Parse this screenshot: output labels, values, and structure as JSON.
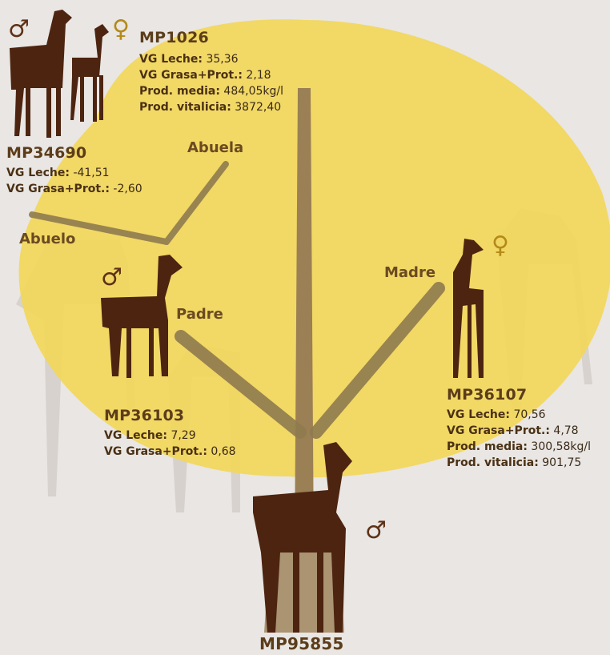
{
  "colors": {
    "background": "#e9e6e3",
    "tree_canopy": "#f2d75a",
    "trunk": "#9a8054",
    "goat": "#4d2410",
    "male_symbol": "#5e3116",
    "female_symbol": "#b48a18",
    "label_brown": "#5c3d1a"
  },
  "symbols": {
    "male": "♂",
    "female": "♀"
  },
  "icons": [
    "goat-silhouette-icon",
    "male-symbol-icon",
    "female-symbol-icon"
  ],
  "nodes": {
    "grandmother": {
      "id": "MP1026",
      "role": "Abuela",
      "stats": [
        {
          "k": "VG Leche:",
          "v": "35,36"
        },
        {
          "k": "VG Grasa+Prot.:",
          "v": "2,18"
        },
        {
          "k": "Prod. media:",
          "v": "484,05kg/l"
        },
        {
          "k": "Prod. vitalicia:",
          "v": "3872,40"
        }
      ]
    },
    "grandfather": {
      "id": "MP34690",
      "role": "Abuelo",
      "stats": [
        {
          "k": "VG Leche:",
          "v": "-41,51"
        },
        {
          "k": "VG Grasa+Prot.:",
          "v": "-2,60"
        }
      ]
    },
    "father": {
      "id": "MP36103",
      "role": "Padre",
      "stats": [
        {
          "k": "VG Leche:",
          "v": "7,29"
        },
        {
          "k": "VG Grasa+Prot.:",
          "v": "0,68"
        }
      ]
    },
    "mother": {
      "id": "MP36107",
      "role": "Madre",
      "stats": [
        {
          "k": "VG Leche:",
          "v": "70,56"
        },
        {
          "k": "VG Grasa+Prot.:",
          "v": "4,78"
        },
        {
          "k": "Prod. media:",
          "v": "300,58kg/l"
        },
        {
          "k": "Prod. vitalicia:",
          "v": "901,75"
        }
      ]
    },
    "subject": {
      "id": "MP95855"
    }
  }
}
